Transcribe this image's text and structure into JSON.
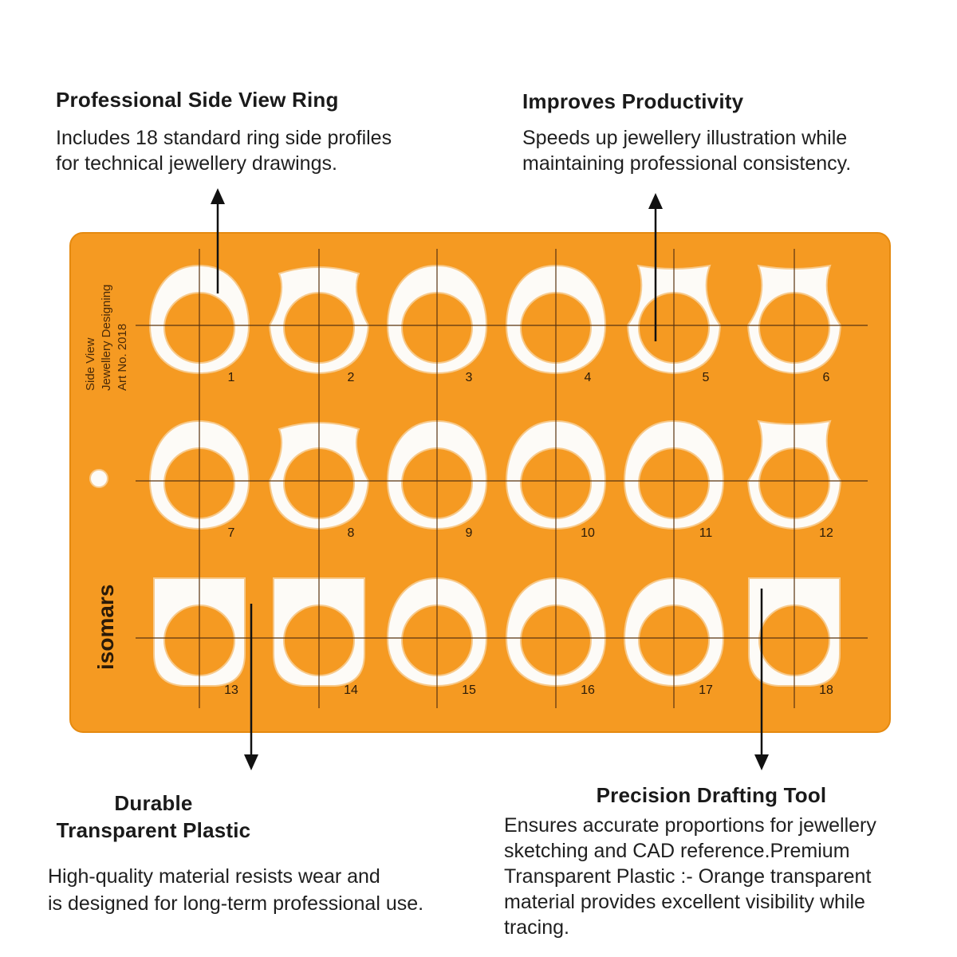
{
  "features": {
    "professional": {
      "title": "Professional Side View Ring",
      "desc_lines": [
        "Includes 18 standard ring side profiles",
        "for technical jewellery drawings."
      ]
    },
    "productivity": {
      "title": "Improves Productivity",
      "desc_lines": [
        "Speeds up jewellery illustration while",
        "maintaining professional consistency."
      ]
    },
    "durable": {
      "title_lines": [
        "Durable",
        "Transparent Plastic"
      ],
      "desc_lines": [
        "High-quality material resists wear and",
        "is designed for long-term professional use."
      ]
    },
    "precision": {
      "title": "Precision Drafting Tool",
      "desc_lines": [
        "Ensures accurate proportions for jewellery",
        "sketching and CAD reference.Premium",
        "Transparent Plastic :- Orange transparent",
        "material provides excellent visibility while",
        "tracing."
      ]
    }
  },
  "template": {
    "label_lines": [
      "Side View",
      "Jewellery Designing",
      "Art No. 2018"
    ],
    "brand": "isomars",
    "ring_numbers": [
      "1",
      "2",
      "3",
      "4",
      "5",
      "6",
      "7",
      "8",
      "9",
      "10",
      "11",
      "12",
      "13",
      "14",
      "15",
      "16",
      "17",
      "18"
    ],
    "colors": {
      "plastic": "#f59a22",
      "plastic_edge": "#e58a10",
      "cutout": "#fdfbf7",
      "cutout_edge": "#f7c98a",
      "line": "#5a3410"
    }
  }
}
